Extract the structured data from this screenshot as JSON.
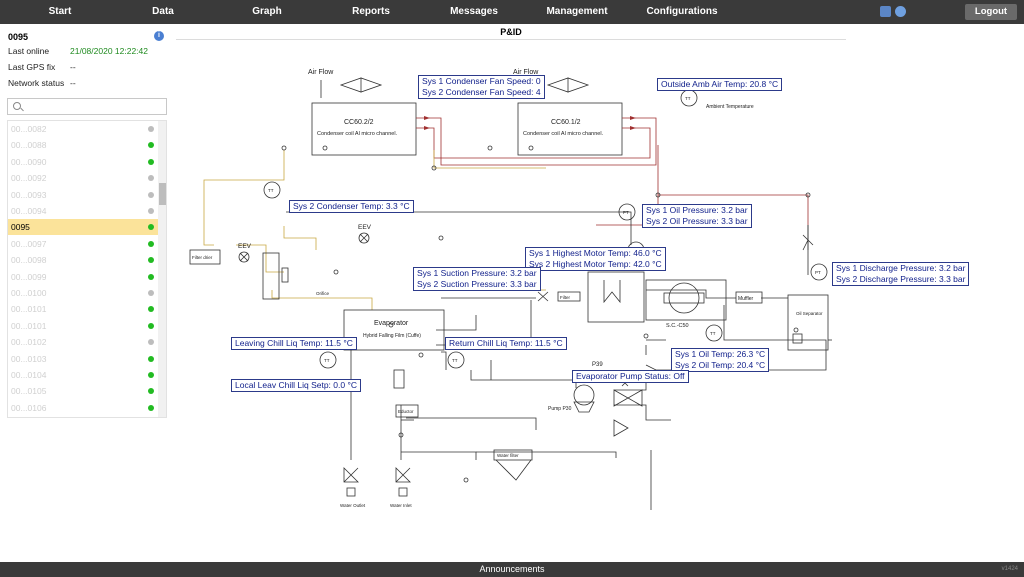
{
  "nav": {
    "items": [
      "Start",
      "Data",
      "Graph",
      "Reports",
      "Messages",
      "Management",
      "Configurations"
    ],
    "logout": "Logout"
  },
  "sidebar": {
    "device_id": "0095",
    "last_online_label": "Last online",
    "last_online_value": "21/08/2020 12:22:42",
    "gps_label": "Last GPS fix",
    "gps_value": "--",
    "network_label": "Network status",
    "network_value": "--",
    "search_placeholder": "",
    "devices": [
      {
        "label": "00...0082",
        "status": "#bdbdbd"
      },
      {
        "label": "00...0088",
        "status": "#22bb22"
      },
      {
        "label": "00...0090",
        "status": "#22bb22"
      },
      {
        "label": "00...0092",
        "status": "#bdbdbd"
      },
      {
        "label": "00...0093",
        "status": "#bdbdbd"
      },
      {
        "label": "00...0094",
        "status": "#bdbdbd"
      },
      {
        "label": "0095",
        "status": "#22bb22",
        "selected": true
      },
      {
        "label": "00...0097",
        "status": "#22bb22"
      },
      {
        "label": "00...0098",
        "status": "#22bb22"
      },
      {
        "label": "00...0099",
        "status": "#22bb22"
      },
      {
        "label": "00...0100",
        "status": "#bdbdbd"
      },
      {
        "label": "00...0101",
        "status": "#22bb22"
      },
      {
        "label": "00...0101",
        "status": "#22bb22"
      },
      {
        "label": "00...0102",
        "status": "#bdbdbd"
      },
      {
        "label": "00...0103",
        "status": "#22bb22"
      },
      {
        "label": "00...0104",
        "status": "#22bb22"
      },
      {
        "label": "00...0105",
        "status": "#22bb22"
      },
      {
        "label": "00...0106",
        "status": "#22bb22"
      }
    ]
  },
  "pid": {
    "title": "P&ID",
    "tags": {
      "fan_speed_1": "Sys 1 Condenser Fan Speed: 0",
      "fan_speed_2": "Sys 2 Condenser Fan Speed: 4",
      "outside_temp": "Outside Amb Air Temp: 20.8 °C",
      "cond_temp_2": "Sys 2 Condenser Temp: 3.3 °C",
      "oil_press_1": "Sys 1 Oil Pressure: 3.2 bar",
      "oil_press_2": "Sys 2 Oil Pressure: 3.3 bar",
      "motor_temp_1": "Sys 1 Highest Motor Temp: 46.0 °C",
      "motor_temp_2": "Sys 2 Highest Motor Temp: 42.0 °C",
      "suction_1": "Sys 1 Suction Pressure: 3.2 bar",
      "suction_2": "Sys 2 Suction Pressure: 3.3 bar",
      "discharge_1": "Sys 1 Discharge Pressure: 3.2 bar",
      "discharge_2": "Sys 2 Discharge Pressure: 3.3 bar",
      "leaving_chill": "Leaving Chill Liq Temp: 11.5 °C",
      "return_chill": "Return Chill Liq Temp: 11.5 °C",
      "oil_temp_1": "Sys 1 Oil Temp: 26.3 °C",
      "oil_temp_2": "Sys 2 Oil Temp: 20.4 °C",
      "pump_status": "Evaporator Pump Status: Off",
      "local_setp": "Local Leav Chill Liq Setp: 0.0 °C"
    },
    "labels": {
      "air_flow": "Air Flow",
      "cond_unit_a": "CC60.2/2",
      "cond_unit_b": "CC60.1/2",
      "cond_coil": "Condenser coil  Al micro channel.",
      "ambient": "Ambient Temperature",
      "eev": "EEV",
      "filter_drier": "Filter drier",
      "evaporator": "Evaporator",
      "evap_sub": "Hybrid Falling Film (Cuffe)",
      "sc": "S.C.-C50",
      "muffler": "Muffler",
      "oil_sep": "Oil Separator",
      "eductor": "Eductor",
      "pump": "Pump P30",
      "p39": "P39",
      "water_filter": "Water filter",
      "water_outlet": "Water Outlet",
      "water_inlet": "Water Inlet",
      "orifice": "Orifice",
      "filter": "Filter",
      "tt": "TT",
      "pt": "PT"
    }
  },
  "footer": {
    "announcements": "Announcements",
    "version": "v1424"
  }
}
